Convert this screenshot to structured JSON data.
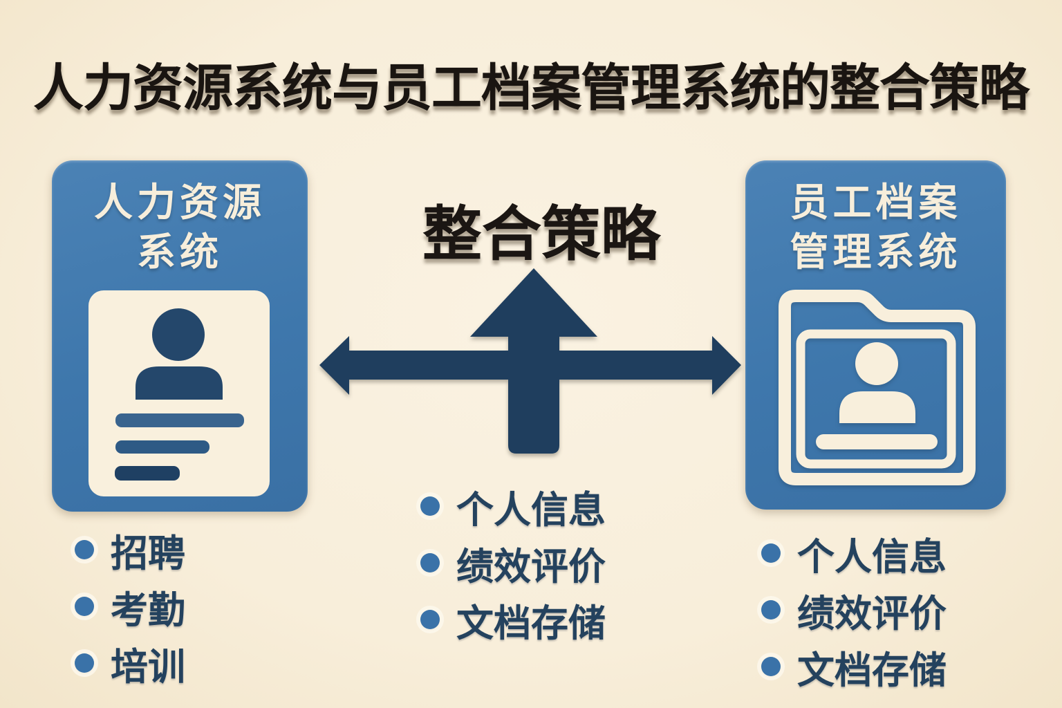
{
  "title": "人力资源系统与员工档案管理系统的整合策略",
  "colors": {
    "background": "#f8eeda",
    "panel_blue": "#3e77ac",
    "arrow_navy": "#1f3e5e",
    "bullet_dot_blue": "#3a72a8",
    "bullet_text_navy": "#24425e",
    "title_black": "#1a1511",
    "icon_cream": "#f8efdc"
  },
  "left_panel": {
    "title_line1": "人力资源",
    "title_line2": "系统",
    "icon": "id-card-person-icon",
    "bullets": [
      "招聘",
      "考勤",
      "培训"
    ]
  },
  "center": {
    "heading": "整合策略",
    "icon": "three-way-arrow-icon",
    "bullets": [
      "个人信息",
      "绩效评价",
      "文档存储"
    ]
  },
  "right_panel": {
    "title_line1": "员工档案",
    "title_line2": "管理系统",
    "icon": "folder-person-icon",
    "bullets": [
      "个人信息",
      "绩效评价",
      "文档存储"
    ]
  }
}
